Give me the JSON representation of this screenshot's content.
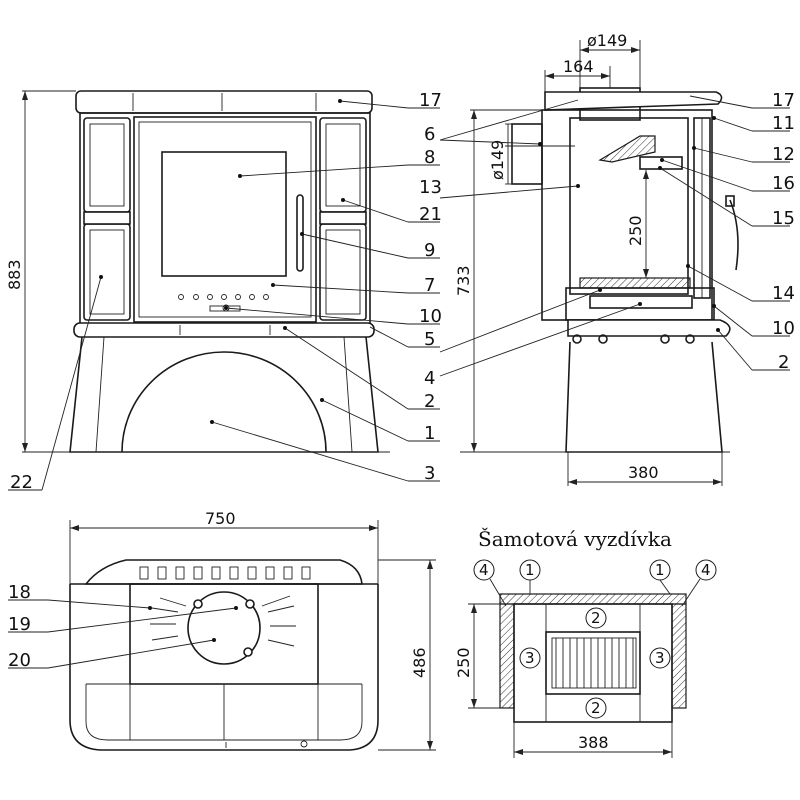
{
  "labels": {
    "l17": "17",
    "l6": "6",
    "l8": "8",
    "l13": "13",
    "l21": "21",
    "l9": "9",
    "l7": "7",
    "l10": "10",
    "l5": "5",
    "l4": "4",
    "l2": "2",
    "l1": "1",
    "l3": "3",
    "l22": "22",
    "r17": "17",
    "r11": "11",
    "r12": "12",
    "r16": "16",
    "r15": "15",
    "r14": "14",
    "r10": "10",
    "r2": "2",
    "l18": "18",
    "l19": "19",
    "l20": "20"
  },
  "dimensions": {
    "height_front": "883",
    "height_side": "733",
    "flue_dia_top": "ø149",
    "flue_offset": "164",
    "flue_dia_rear": "ø149",
    "chamber_height": "250",
    "depth_side": "380",
    "width_top": "750",
    "depth_top": "486",
    "lining_height": "250",
    "lining_width": "388"
  },
  "lining": {
    "title": "Šamotová vyzdívka",
    "c1a": "1",
    "c1b": "1",
    "c4a": "4",
    "c4b": "4",
    "c2a": "2",
    "c2b": "2",
    "c3a": "3",
    "c3b": "3"
  }
}
